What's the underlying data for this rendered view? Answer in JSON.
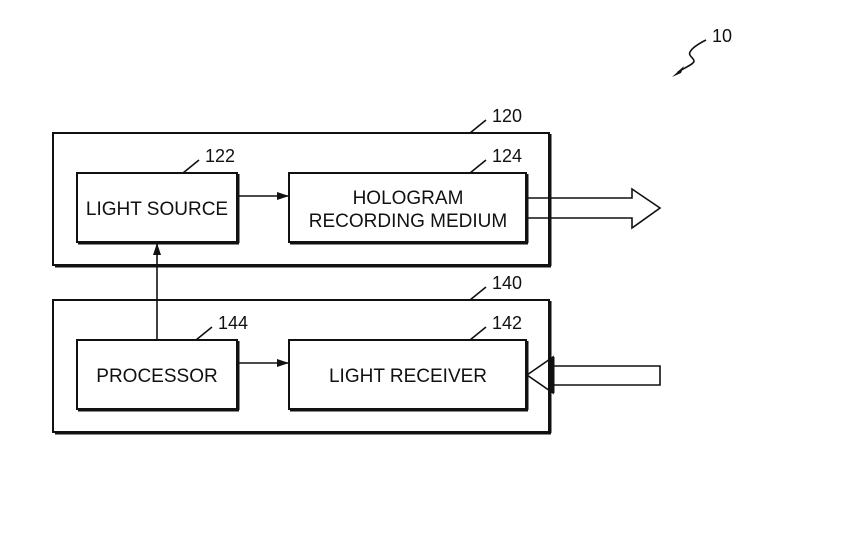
{
  "figure": {
    "reference": "10",
    "system": {
      "transmitter": {
        "ref": "120"
      },
      "receiver": {
        "ref": "140"
      }
    },
    "blocks": {
      "light_source": {
        "ref": "122",
        "label": [
          "LIGHT SOURCE"
        ]
      },
      "hologram_recording_medium": {
        "ref": "124",
        "label": [
          "HOLOGRAM",
          "RECORDING MEDIUM"
        ]
      },
      "processor": {
        "ref": "144",
        "label": [
          "PROCESSOR"
        ]
      },
      "light_receiver": {
        "ref": "142",
        "label": [
          "LIGHT RECEIVER"
        ]
      }
    },
    "connections": [
      {
        "from": "light_source",
        "to": "hologram_recording_medium"
      },
      {
        "from": "processor",
        "to": "light_receiver"
      },
      {
        "from": "processor",
        "to": "light_source"
      }
    ],
    "io": {
      "output_arrow": "hologram_recording_medium → outside",
      "input_arrow": "outside → light_receiver"
    }
  }
}
